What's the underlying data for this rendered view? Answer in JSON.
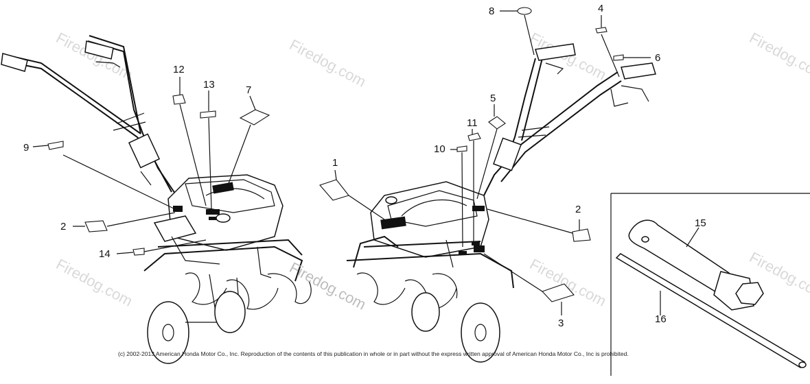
{
  "callouts": [
    "1",
    "2",
    "2",
    "3",
    "4",
    "5",
    "6",
    "7",
    "8",
    "9",
    "10",
    "11",
    "12",
    "13",
    "14",
    "15",
    "16"
  ],
  "watermark": "Firedog.com",
  "copyright": "(c) 2002-2013 American Honda Motor Co., Inc. Reproduction of the contents of this publication in whole or in part without the express written approval of American Honda Motor Co., Inc is prohibited."
}
